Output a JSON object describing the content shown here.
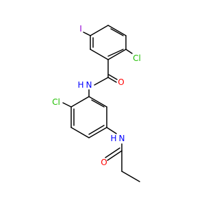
{
  "molecule": {
    "atoms": {
      "iodine": "I",
      "chlorine_top": "Cl",
      "oxygen_amide": "O",
      "nitrogen_amide": "N",
      "hydrogen_amide": "H",
      "chlorine_mid": "Cl",
      "nitrogen_bottom": "N",
      "hydrogen_bottom": "H",
      "oxygen_bottom": "O"
    },
    "colors": {
      "bond": "#000000",
      "iodine": "#9400D3",
      "chlorine": "#1FBF00",
      "oxygen": "#FF0000",
      "nitrogen": "#0000FF"
    }
  }
}
